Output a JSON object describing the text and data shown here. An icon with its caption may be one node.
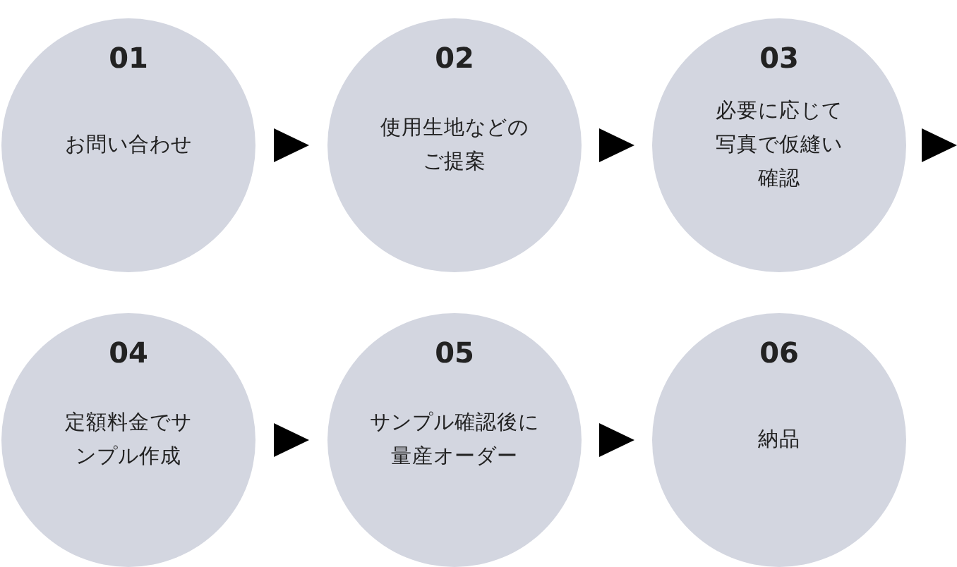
{
  "diagram": {
    "nodes": [
      {
        "text": [
          "01",
          "お問い合わせ"
        ]
      },
      {
        "text": [
          "02",
          "使用生地などのご提案"
        ]
      },
      {
        "text": [
          "03",
          "必要に応じて写真で仮縫い確認"
        ]
      },
      {
        "text": [
          "04",
          "定額料金でサンプル作成"
        ]
      },
      {
        "text": [
          "05",
          "サンプル確認後に量産オーダー"
        ]
      },
      {
        "text": [
          "06",
          "納品"
        ]
      }
    ],
    "edges": [
      {
        "from": 0,
        "to": 1,
        "arrow": "to"
      },
      {
        "from": 1,
        "to": 2,
        "arrow": "to"
      },
      {
        "from": 2,
        "to": null,
        "arrow": "to"
      },
      {
        "from": 3,
        "to": 4,
        "arrow": "to"
      },
      {
        "from": 4,
        "to": 5,
        "arrow": "to"
      }
    ]
  }
}
